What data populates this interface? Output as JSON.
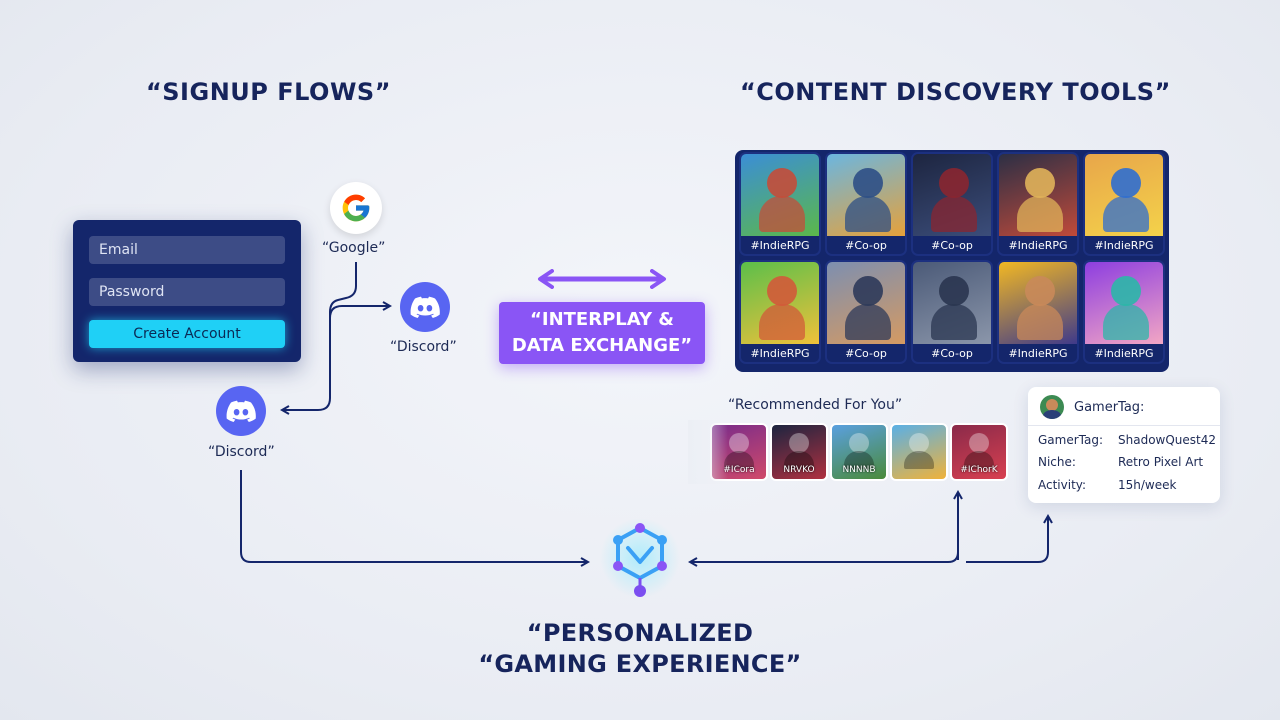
{
  "titles": {
    "signup": "“SIGNUP FLOWS”",
    "discovery": "“CONTENT DISCOVERY TOOLS”",
    "interplay_line1": "“INTERPLAY &",
    "interplay_line2": "DATA EXCHANGE”",
    "personalized_line1": "“PERSONALIZED",
    "personalized_line2": "“GAMING EXPERIENCE”"
  },
  "signup_form": {
    "email_placeholder": "Email",
    "password_placeholder": "Password",
    "create_account_label": "Create Account"
  },
  "providers": {
    "google_label": "“Google”",
    "discord_right_label": "“Discord”",
    "discord_left_label": "“Discord”"
  },
  "content_grid": {
    "tiles": [
      {
        "tag": "#IndieRPG",
        "icon": "pixel-hero-icon"
      },
      {
        "tag": "#Co-op",
        "icon": "adventurer-icon"
      },
      {
        "tag": "#Co-op",
        "icon": "dark-knight-icon"
      },
      {
        "tag": "#IndieRPG",
        "icon": "robot-icon"
      },
      {
        "tag": "#IndieRPG",
        "icon": "avatar-icon"
      },
      {
        "tag": "#IndieRPG",
        "icon": "pixel-monster-icon"
      },
      {
        "tag": "#Co-op",
        "icon": "city-icon"
      },
      {
        "tag": "#Co-op",
        "icon": "mech-icon"
      },
      {
        "tag": "#IndieRPG",
        "icon": "avatar-icon"
      },
      {
        "tag": "#IndieRPG",
        "icon": "avatar-icon"
      }
    ]
  },
  "recommended": {
    "title": "“Recommended For You”",
    "items": [
      {
        "tag": "#ICora"
      },
      {
        "tag": "NRVKO"
      },
      {
        "tag": "NNNNB"
      },
      {
        "tag": ""
      },
      {
        "tag": "#IChorK"
      }
    ]
  },
  "profile": {
    "header": "GamerTag:",
    "rows": [
      {
        "label": "GamerTag:",
        "value": "ShadowQuest42"
      },
      {
        "label": "Niche:",
        "value": "Retro Pixel Art"
      },
      {
        "label": "Activity:",
        "value": "15h/week"
      }
    ]
  },
  "colors": {
    "navy": "#14266b",
    "accent_cyan": "#1fd0f6",
    "accent_purple": "#8a55f5",
    "discord_blue": "#5865f2"
  }
}
